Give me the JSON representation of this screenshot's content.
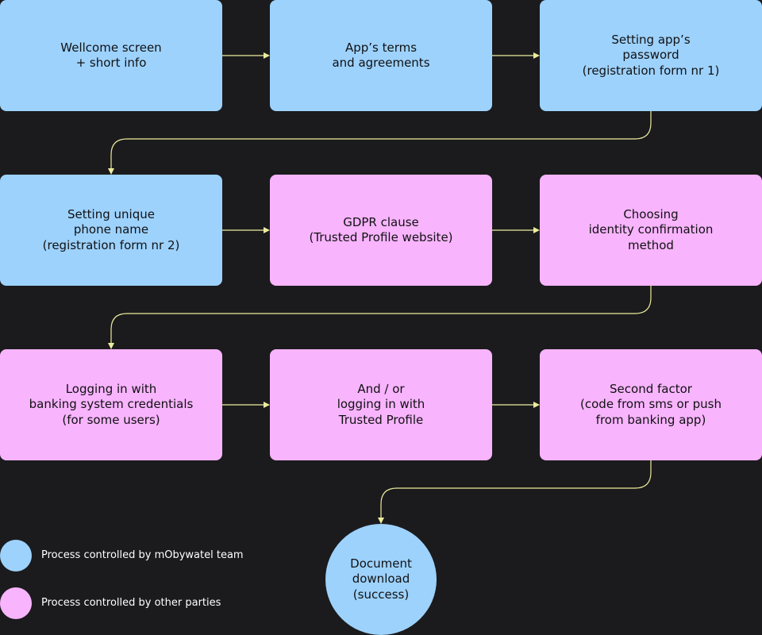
{
  "colors": {
    "background": "#1b1b1d",
    "team_process": "#9dd2fc",
    "other_parties_process": "#f8b4fc",
    "connector": "#ecec9e"
  },
  "nodes": [
    {
      "id": "welcome",
      "label": "Wellcome screen\n+ short info",
      "owner": "team"
    },
    {
      "id": "terms",
      "label": "App’s terms\nand agreements",
      "owner": "team"
    },
    {
      "id": "password",
      "label": "Setting app’s\npassword\n(registration form nr 1)",
      "owner": "team"
    },
    {
      "id": "phone-name",
      "label": "Setting unique\nphone name\n(registration form nr 2)",
      "owner": "team"
    },
    {
      "id": "gdpr",
      "label": "GDPR clause\n(Trusted Profile website)",
      "owner": "other"
    },
    {
      "id": "identity-method",
      "label": "Choosing\nidentity confirmation\nmethod",
      "owner": "other"
    },
    {
      "id": "banking-login",
      "label": "Logging in with\nbanking system credentials\n(for some users)",
      "owner": "other"
    },
    {
      "id": "trusted-profile",
      "label": "And / or\nlogging in with\nTrusted Profile",
      "owner": "other"
    },
    {
      "id": "second-factor",
      "label": "Second factor\n(code from sms or push\nfrom banking app)",
      "owner": "other"
    },
    {
      "id": "download",
      "label": "Document\ndownload\n(success)",
      "owner": "team"
    }
  ],
  "edges": [
    [
      "welcome",
      "terms"
    ],
    [
      "terms",
      "password"
    ],
    [
      "password",
      "phone-name"
    ],
    [
      "phone-name",
      "gdpr"
    ],
    [
      "gdpr",
      "identity-method"
    ],
    [
      "identity-method",
      "banking-login"
    ],
    [
      "banking-login",
      "trusted-profile"
    ],
    [
      "trusted-profile",
      "second-factor"
    ],
    [
      "second-factor",
      "download"
    ]
  ],
  "legend": {
    "team": "Process controlled by mObywatel team",
    "other": "Process controlled by other parties"
  }
}
